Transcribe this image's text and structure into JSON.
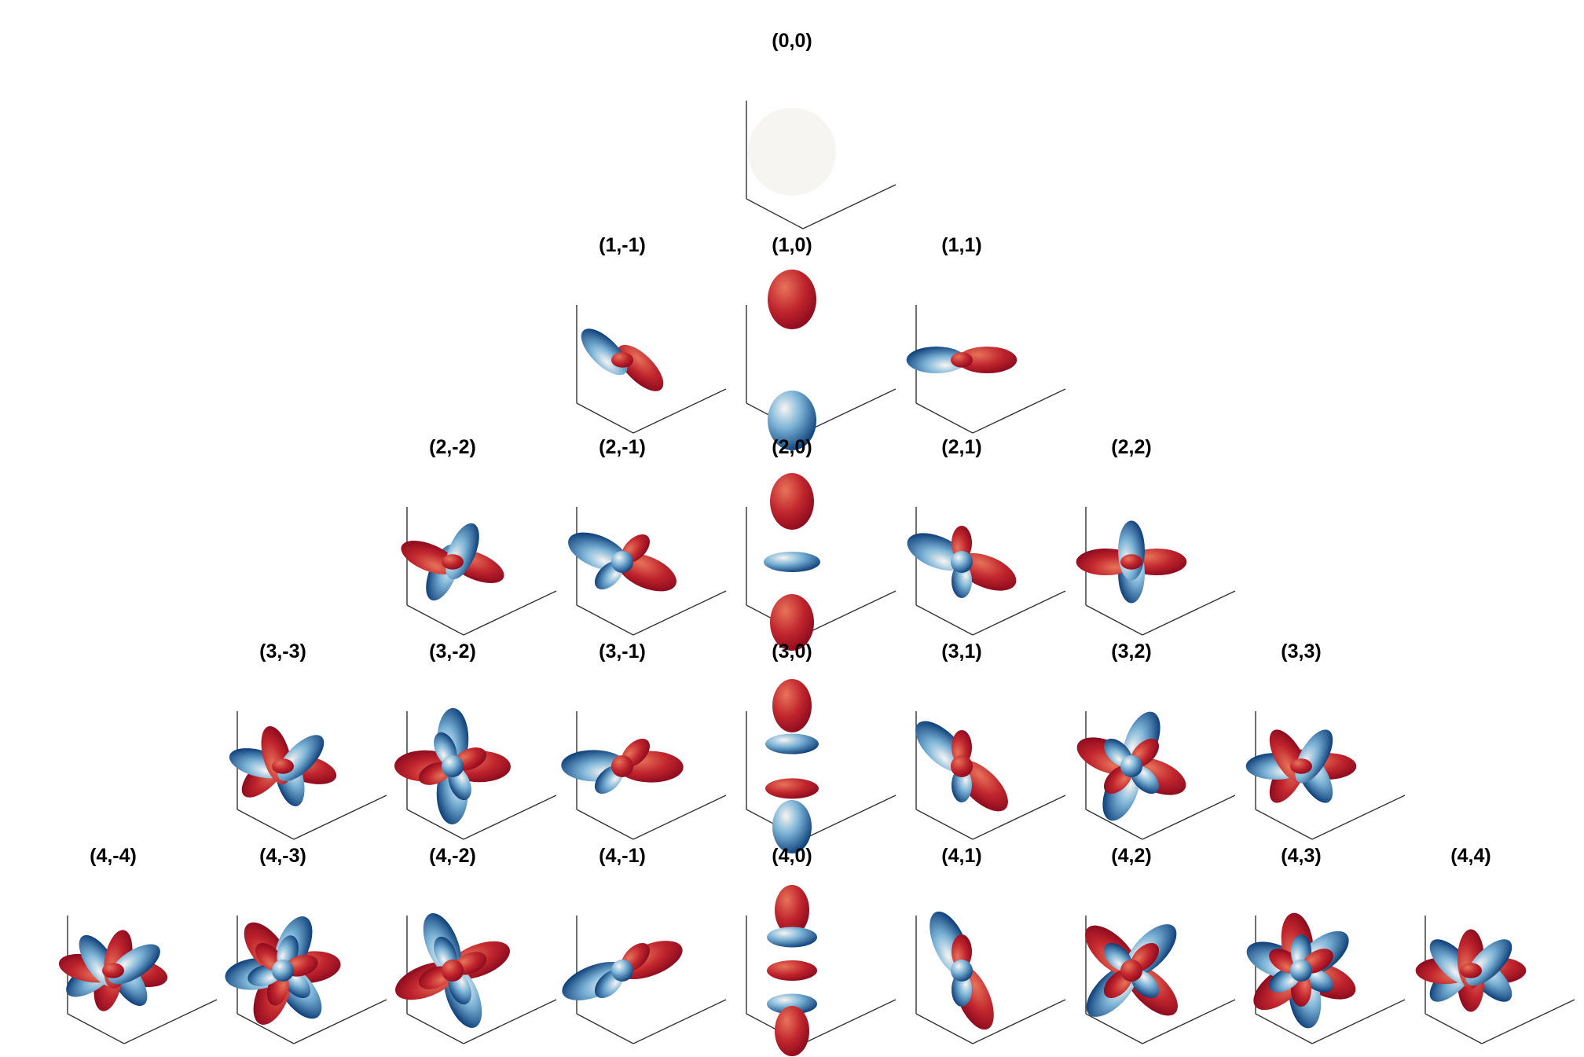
{
  "figure": {
    "subject": "real spherical harmonics Y(l,m)",
    "colormap": {
      "positive": "#8b0a1e",
      "positive_light": "#e8735a",
      "neutral": "#f7f5f2",
      "negative_light": "#7ab2d6",
      "negative": "#0b3c77"
    },
    "axes_color": "#333333",
    "rows": [
      {
        "l": 0,
        "cells": [
          {
            "label": "(0,0)",
            "m": 0
          }
        ]
      },
      {
        "l": 1,
        "cells": [
          {
            "label": "(1,-1)",
            "m": -1
          },
          {
            "label": "(1,0)",
            "m": 0
          },
          {
            "label": "(1,1)",
            "m": 1
          }
        ]
      },
      {
        "l": 2,
        "cells": [
          {
            "label": "(2,-2)",
            "m": -2
          },
          {
            "label": "(2,-1)",
            "m": -1
          },
          {
            "label": "(2,0)",
            "m": 0
          },
          {
            "label": "(2,1)",
            "m": 1
          },
          {
            "label": "(2,2)",
            "m": 2
          }
        ]
      },
      {
        "l": 3,
        "cells": [
          {
            "label": "(3,-3)",
            "m": -3
          },
          {
            "label": "(3,-2)",
            "m": -2
          },
          {
            "label": "(3,-1)",
            "m": -1
          },
          {
            "label": "(3,0)",
            "m": 0
          },
          {
            "label": "(3,1)",
            "m": 1
          },
          {
            "label": "(3,2)",
            "m": 2
          },
          {
            "label": "(3,3)",
            "m": 3
          }
        ]
      },
      {
        "l": 4,
        "cells": [
          {
            "label": "(4,-4)",
            "m": -4
          },
          {
            "label": "(4,-3)",
            "m": -3
          },
          {
            "label": "(4,-2)",
            "m": -2
          },
          {
            "label": "(4,-1)",
            "m": -1
          },
          {
            "label": "(4,0)",
            "m": 0
          },
          {
            "label": "(4,1)",
            "m": 1
          },
          {
            "label": "(4,2)",
            "m": 2
          },
          {
            "label": "(4,3)",
            "m": 3
          },
          {
            "label": "(4,4)",
            "m": 4
          }
        ]
      }
    ]
  }
}
